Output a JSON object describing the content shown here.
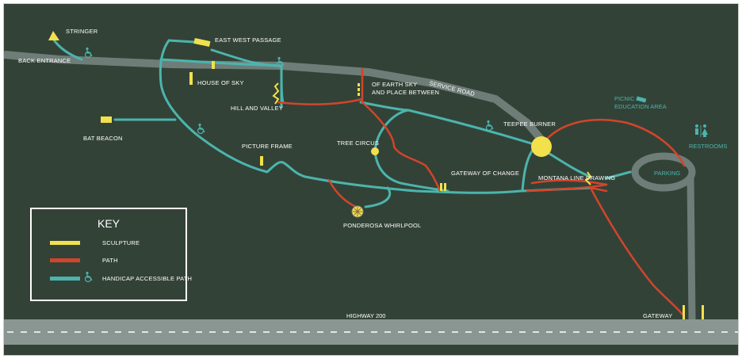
{
  "colors": {
    "background": "#334237",
    "road": "#6f7d78",
    "sculpture": "#f2e14c",
    "path": "#d2452b",
    "accessible_path": "#4bb5ad",
    "highway": "#8a9691",
    "text": "#ffffff"
  },
  "labels": {
    "stringer": "STRINGER",
    "back_entrance": "BACK ENTRANCE",
    "east_west_passage": "EAST WEST PASSAGE",
    "house_of_sky": "HOUSE OF SKY",
    "hill_and_valley": "HILL AND VALLEY",
    "of_earth_sky_line1": "OF EARTH SKY",
    "of_earth_sky_line2": "AND PLACE BETWEEN",
    "service_road": "SERVICE ROAD",
    "picnic_line1": "PICNIC &",
    "picnic_line2": "EDUCATION AREA",
    "restrooms": "RESTROOMS",
    "bat_beacon": "BAT BEACON",
    "teepee_burner": "TEEPEE BURNER",
    "tree_circus": "TREE CIRCUS",
    "picture_frame": "PICTURE FRAME",
    "parking": "PARKING",
    "gateway_of_change": "GATEWAY OF CHANGE",
    "montana_line_drawing": "MONTANA LINE DRAWING",
    "ponderosa_whirlpool": "PONDEROSA WHIRLPOOL",
    "highway": "HIGHWAY 200",
    "gateway": "GATEWAY"
  },
  "key": {
    "title": "KEY",
    "items": [
      {
        "label": "SCULPTURE",
        "type": "sculpture"
      },
      {
        "label": "PATH",
        "type": "path"
      },
      {
        "label": "HANDICAP ACCESSIBLE PATH",
        "type": "accessible",
        "icon": "wheelchair-icon"
      }
    ]
  }
}
